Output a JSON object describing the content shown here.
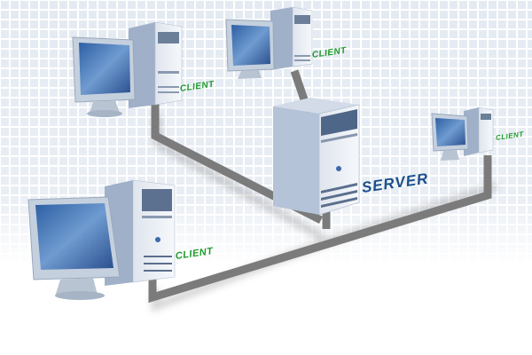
{
  "diagram": {
    "type": "client-server network",
    "nodes": [
      {
        "id": "client-top-left",
        "role": "client",
        "label": "CLIENT"
      },
      {
        "id": "client-top-center",
        "role": "client",
        "label": "CLIENT"
      },
      {
        "id": "client-right",
        "role": "client",
        "label": "CLIENT"
      },
      {
        "id": "client-bottom-left",
        "role": "client",
        "label": "CLIENT"
      },
      {
        "id": "server",
        "role": "server",
        "label": "SERVER"
      }
    ],
    "edges": [
      {
        "from": "client-top-left",
        "to": "server"
      },
      {
        "from": "client-top-center",
        "to": "server"
      },
      {
        "from": "client-right",
        "to": "server"
      },
      {
        "from": "client-bottom-left",
        "to": "server"
      }
    ]
  },
  "colors": {
    "client_label": "#1f9a2a",
    "server_label": "#1a4f8c",
    "cable": "#7a7a7a",
    "grid_tile": "#e3e9f1",
    "screen": "#3f6fae"
  }
}
